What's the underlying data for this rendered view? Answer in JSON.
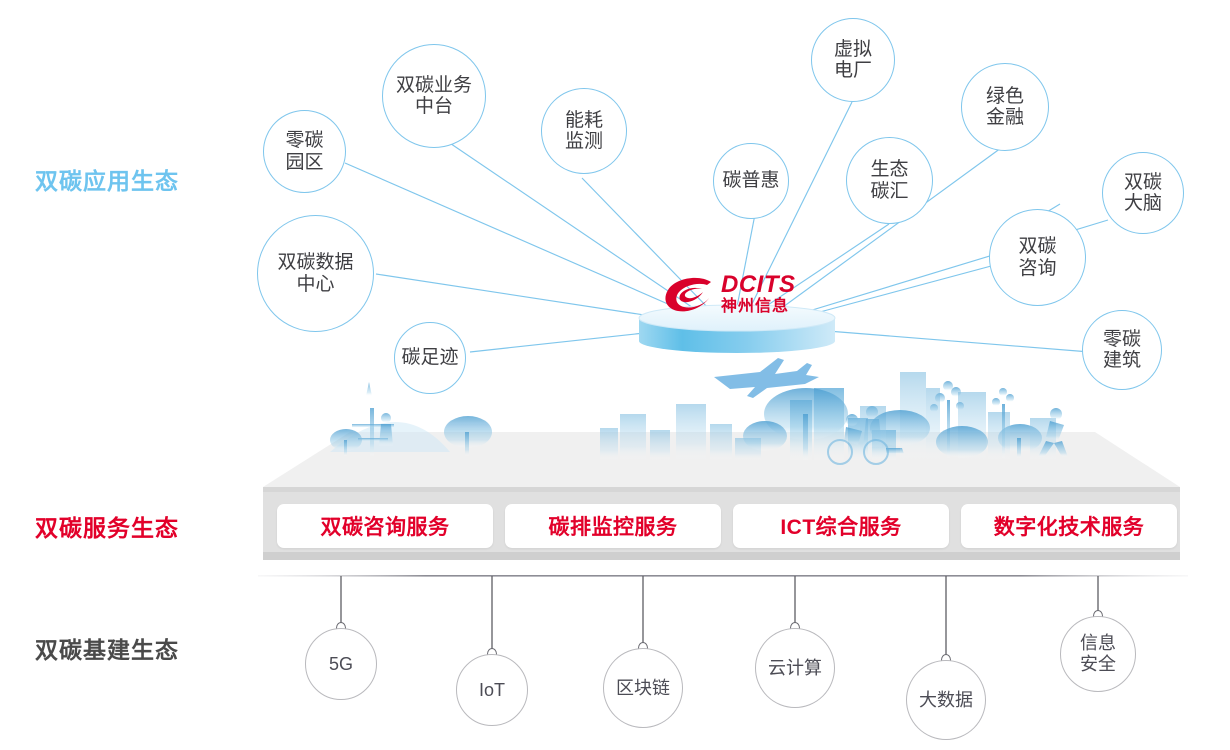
{
  "layers": {
    "application": {
      "label": "双碳应用生态",
      "color": "#6ec4ef"
    },
    "service": {
      "label": "双碳服务生态",
      "color": "#e2002a"
    },
    "infrastructure": {
      "label": "双碳基建生态",
      "color": "#4a4a4a"
    }
  },
  "center": {
    "logo_en": "DCITS",
    "logo_cn": "神州信息",
    "logo_icon": "dcits-swirl-icon",
    "brand_color": "#d9012b",
    "platform_color": "#7dc8ee"
  },
  "application_bubbles": [
    {
      "id": "zero-carbon-park",
      "label": "零碳\n园区"
    },
    {
      "id": "dual-carbon-midplatform",
      "label": "双碳业务\n中台"
    },
    {
      "id": "energy-monitoring",
      "label": "能耗\n监测"
    },
    {
      "id": "virtual-power-plant",
      "label": "虚拟\n电厂"
    },
    {
      "id": "carbon-inclusion",
      "label": "碳普惠"
    },
    {
      "id": "eco-carbon-sink",
      "label": "生态\n碳汇"
    },
    {
      "id": "green-finance",
      "label": "绿色\n金融"
    },
    {
      "id": "dual-carbon-brain",
      "label": "双碳\n大脑"
    },
    {
      "id": "dual-carbon-consulting",
      "label": "双碳\n咨询"
    },
    {
      "id": "dual-carbon-data-center",
      "label": "双碳数据\n中心"
    },
    {
      "id": "carbon-footprint",
      "label": "碳足迹"
    },
    {
      "id": "zero-carbon-building",
      "label": "零碳\n建筑"
    }
  ],
  "service_boxes": [
    {
      "id": "dual-carbon-consulting-service",
      "label": "双碳咨询服务"
    },
    {
      "id": "carbon-emission-monitoring-service",
      "label": "碳排监控服务"
    },
    {
      "id": "ict-integrated-service",
      "label": "ICT综合服务"
    },
    {
      "id": "digital-technology-service",
      "label": "数字化技术服务"
    }
  ],
  "infrastructure_nodes": [
    {
      "id": "5g",
      "label": "5G"
    },
    {
      "id": "iot",
      "label": "IoT"
    },
    {
      "id": "blockchain",
      "label": "区块链"
    },
    {
      "id": "cloud-computing",
      "label": "云计算"
    },
    {
      "id": "big-data",
      "label": "大数据"
    },
    {
      "id": "information-security",
      "label": "信息\n安全"
    }
  ]
}
